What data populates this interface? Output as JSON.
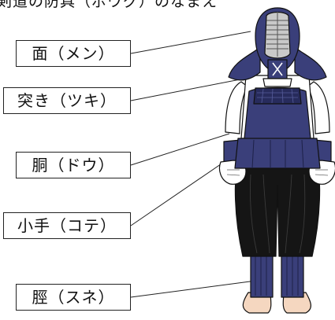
{
  "top_text": "剣道の防具（ボウグ）のなまえ",
  "labels": {
    "men": "面（メン）",
    "tsuki": "突き（ツキ）",
    "do": "胴（ドウ）",
    "kote": "小手（コテ）",
    "sune": "脛（スネ）"
  },
  "colors": {
    "armor_navy": "#3a3f7a",
    "armor_dark": "#272b5c",
    "hakama": "#151515",
    "skin": "#f5d7c0",
    "metal": "#c9c9c9"
  }
}
